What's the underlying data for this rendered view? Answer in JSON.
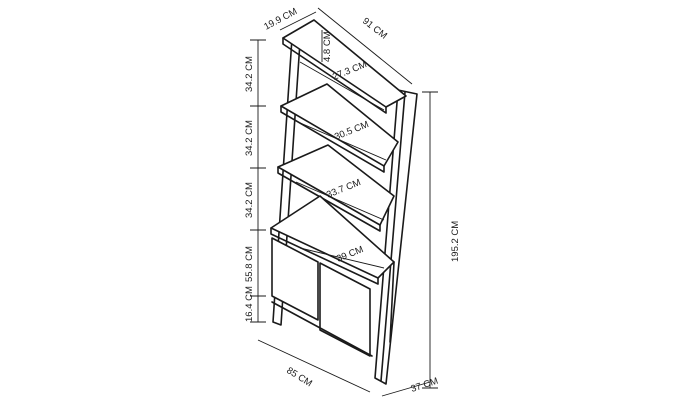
{
  "dimensions": {
    "overall_width": "91 CM",
    "top_depth": "19.9 CM",
    "overall_height": "195.2 CM",
    "shelf_gap_1": "34.2 CM",
    "shelf_gap_2": "34.2 CM",
    "shelf_gap_3": "34.2 CM",
    "cabinet_height": "55.8 CM",
    "plinth_height": "16.4 CM",
    "top_back_height": "4.8 CM",
    "shelf_1_depth": "27.3 CM",
    "shelf_2_depth": "30.5 CM",
    "shelf_3_depth": "33.7 CM",
    "cabinet_depth": "39 CM",
    "base_width": "85 CM",
    "base_depth": "37 CM"
  },
  "colors": {
    "line": "#1a1a1a",
    "background": "#ffffff"
  }
}
